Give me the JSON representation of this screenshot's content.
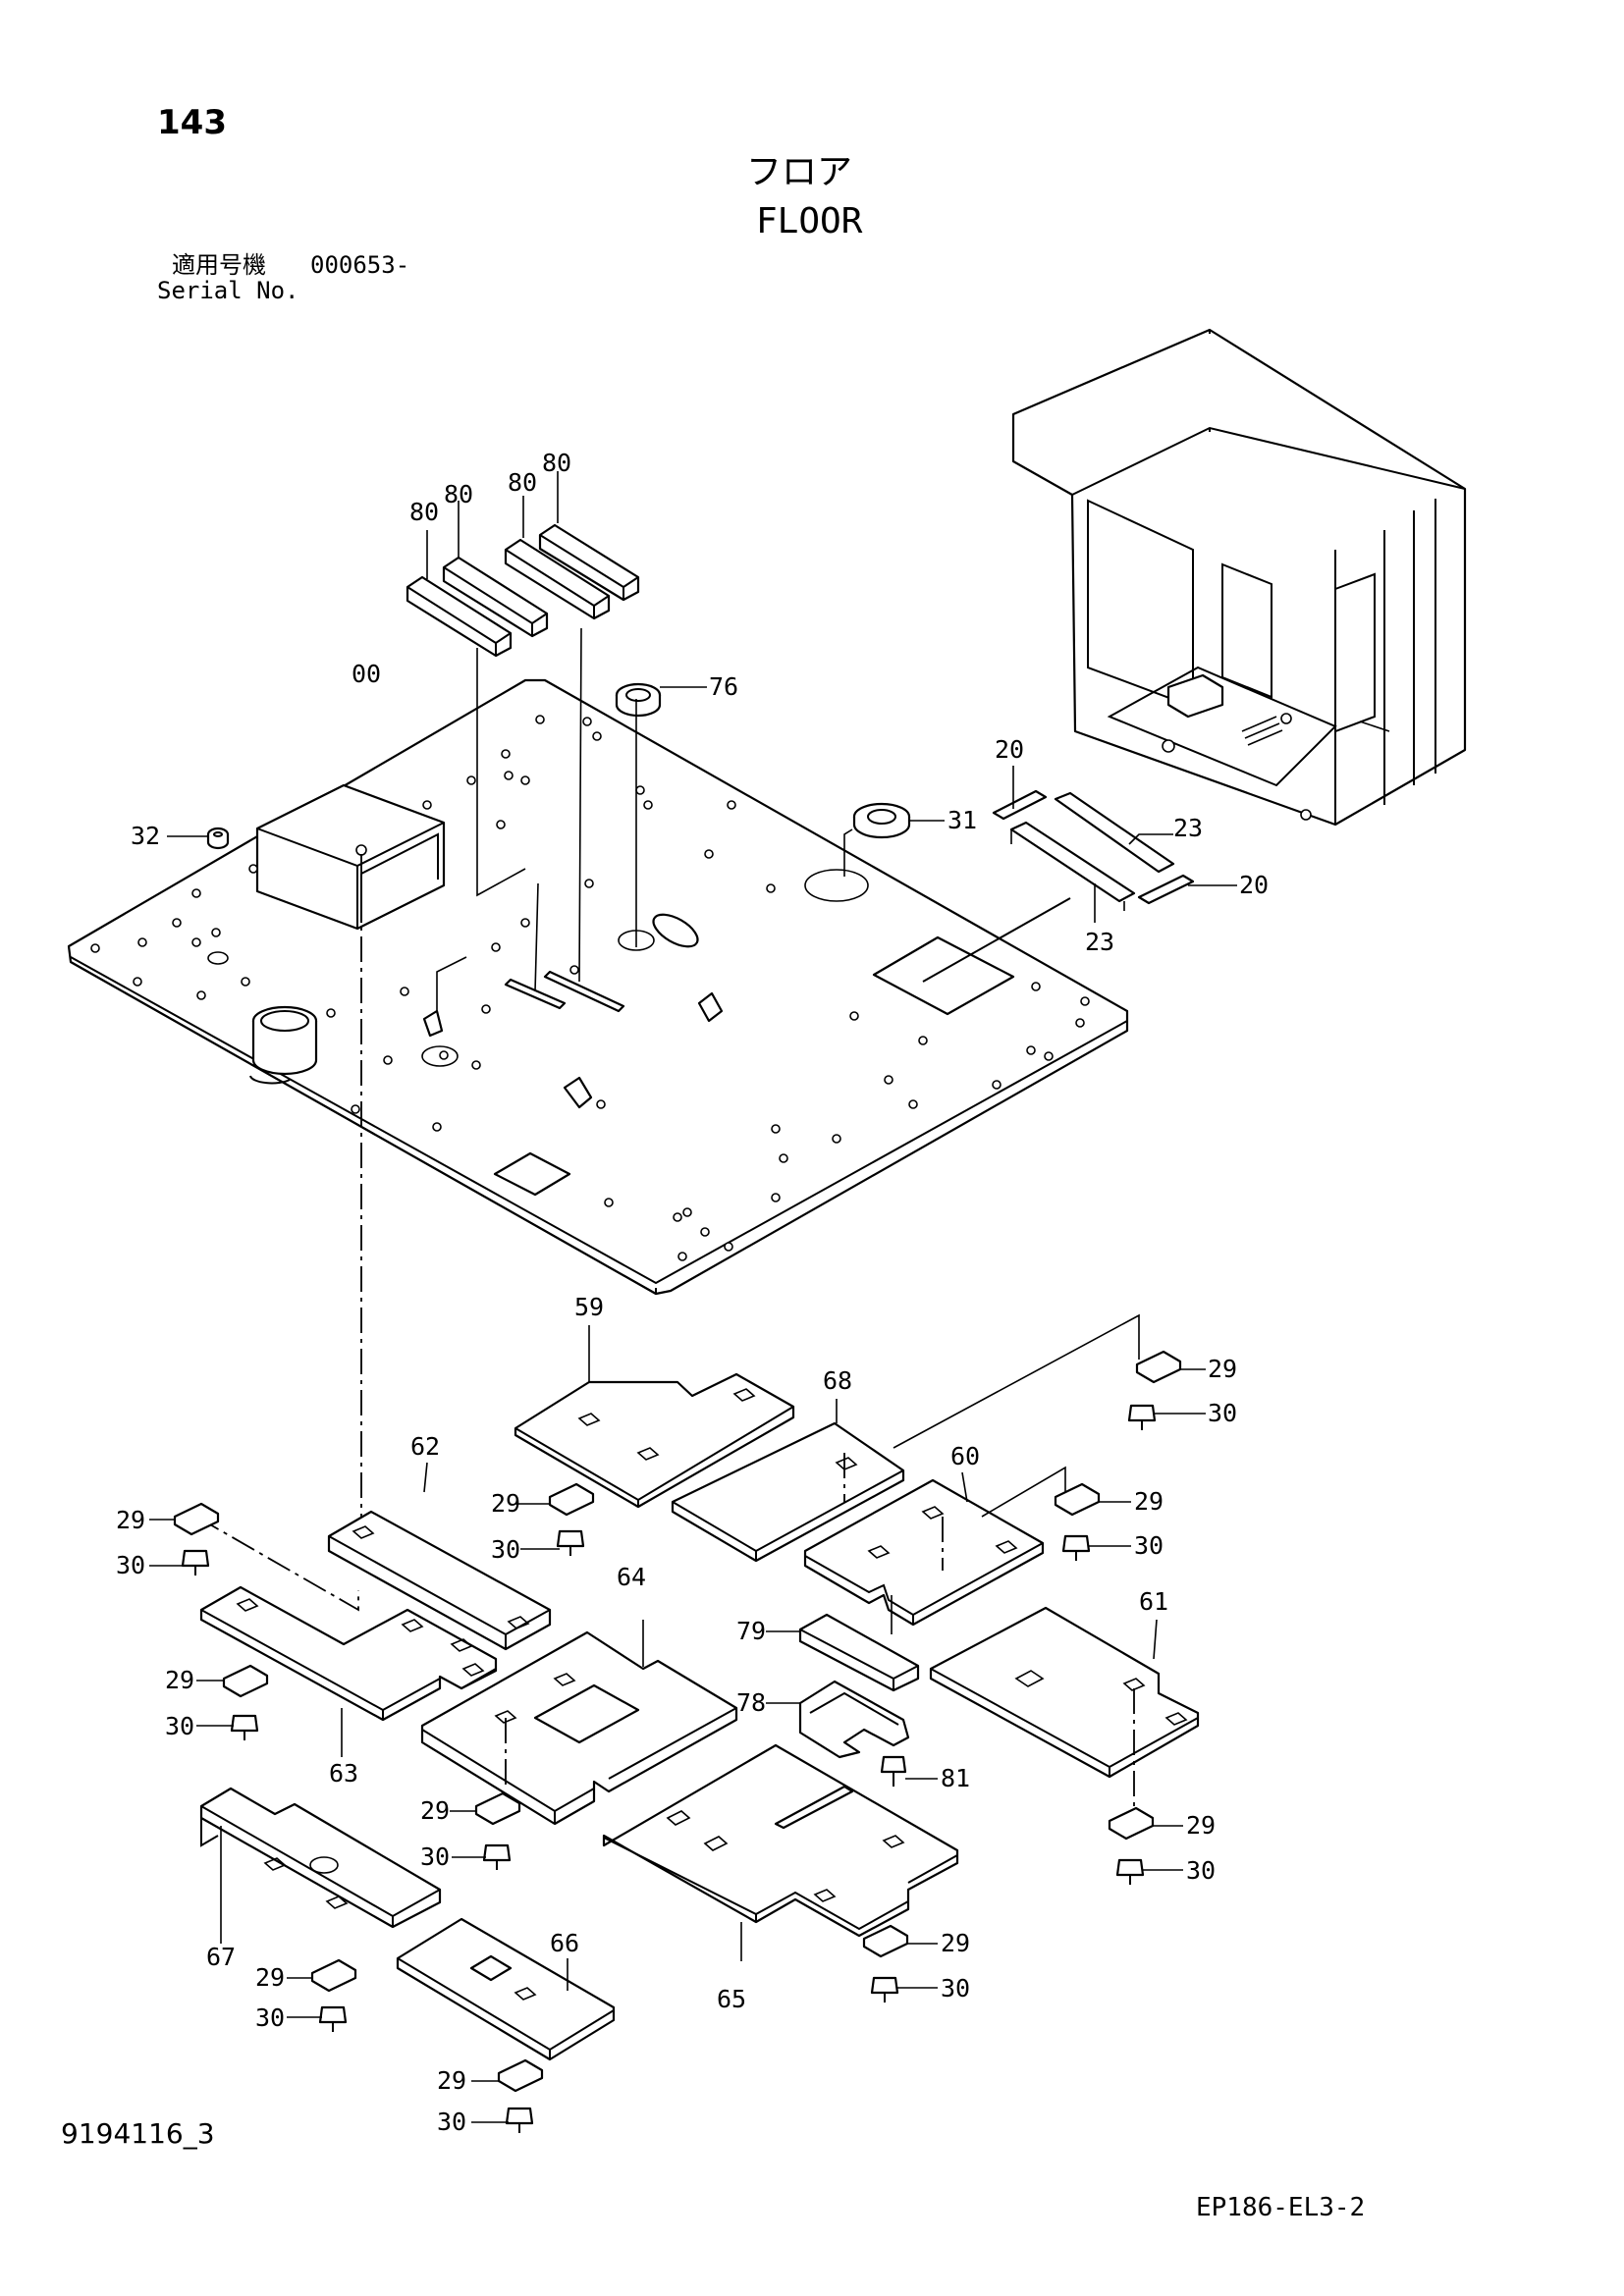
{
  "header": {
    "page_number": "143",
    "title_jp": "フロア",
    "title_en": "FLOOR",
    "serial_label_jp": "適用号機",
    "serial_value": "000653-",
    "serial_label_en": "Serial No."
  },
  "footer": {
    "document_id": "9194116_3",
    "figure_code": "EP186-EL3-2"
  },
  "callouts": {
    "p80a": "80",
    "p80b": "80",
    "p80c": "80",
    "p80d": "80",
    "p00": "00",
    "p76": "76",
    "p32": "32",
    "p31": "31",
    "p20a": "20",
    "p23a": "23",
    "p20b": "20",
    "p23b": "23",
    "p59": "59",
    "p68": "68",
    "p60": "60",
    "p62": "62",
    "p64": "64",
    "p61": "61",
    "p63": "63",
    "p65": "65",
    "p66": "66",
    "p67": "67",
    "p79": "79",
    "p78": "78",
    "p81": "81",
    "p29a": "29",
    "p30a": "30",
    "p29b": "29",
    "p30b": "30",
    "p29c": "29",
    "p30c": "30",
    "p29d": "29",
    "p30d": "30",
    "p29e": "29",
    "p30e": "30",
    "p29f": "29",
    "p30f": "30",
    "p29g": "29",
    "p30g": "30",
    "p29h": "29",
    "p30h": "30",
    "p29i": "29",
    "p30i": "30",
    "p29j": "29",
    "p30j": "30"
  }
}
